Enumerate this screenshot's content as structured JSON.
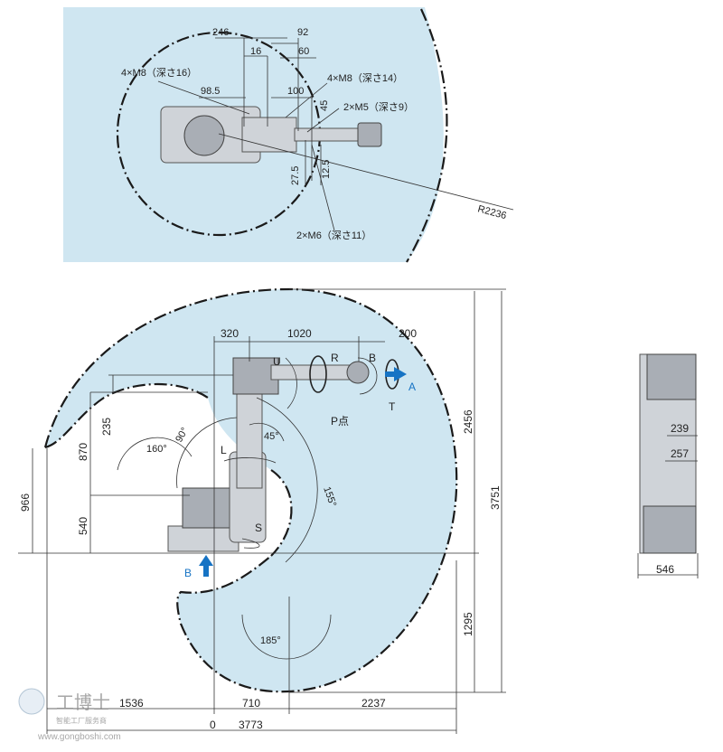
{
  "top_view": {
    "dims": {
      "d246": "246",
      "d92": "92",
      "d16": "16",
      "d60": "60",
      "m8_16": "4×M8（深さ16）",
      "m8_14": "4×M8（深さ14）",
      "d98_5": "98.5",
      "d100": "100",
      "d45": "45",
      "m5_9": "2×M5（深さ9）",
      "d12_5": "12.5",
      "d27_5": "27.5",
      "r2236": "R2236",
      "m6_11": "2×M6（深さ11）"
    }
  },
  "side_view": {
    "dims": {
      "d320": "320",
      "d1020": "1020",
      "d200": "200",
      "d235": "235",
      "d870": "870",
      "d966": "966",
      "d540": "540",
      "d2456": "2456",
      "d3751": "3751",
      "d1295": "1295",
      "d1536": "1536",
      "d710": "710",
      "d2237": "2237",
      "d0": "0",
      "d3773": "3773"
    },
    "angles": {
      "a160": "160°",
      "a90": "90°",
      "a45": "45°",
      "a155": "155°",
      "a185": "185°"
    },
    "axis_labels": {
      "u": "U",
      "r": "R",
      "b": "B",
      "t": "T",
      "l": "L",
      "s": "S",
      "p_point": "P点",
      "view_a": "A",
      "view_b": "B"
    }
  },
  "front_view": {
    "dims": {
      "d239": "239",
      "d257": "257",
      "d546": "546"
    }
  },
  "watermark": {
    "brand": "工博士",
    "tagline": "智能工厂服务商",
    "url": "www.gongboshi.com"
  },
  "colors": {
    "envelope_fill": "#cfe6f1",
    "arrow_blue": "#1673c4"
  }
}
